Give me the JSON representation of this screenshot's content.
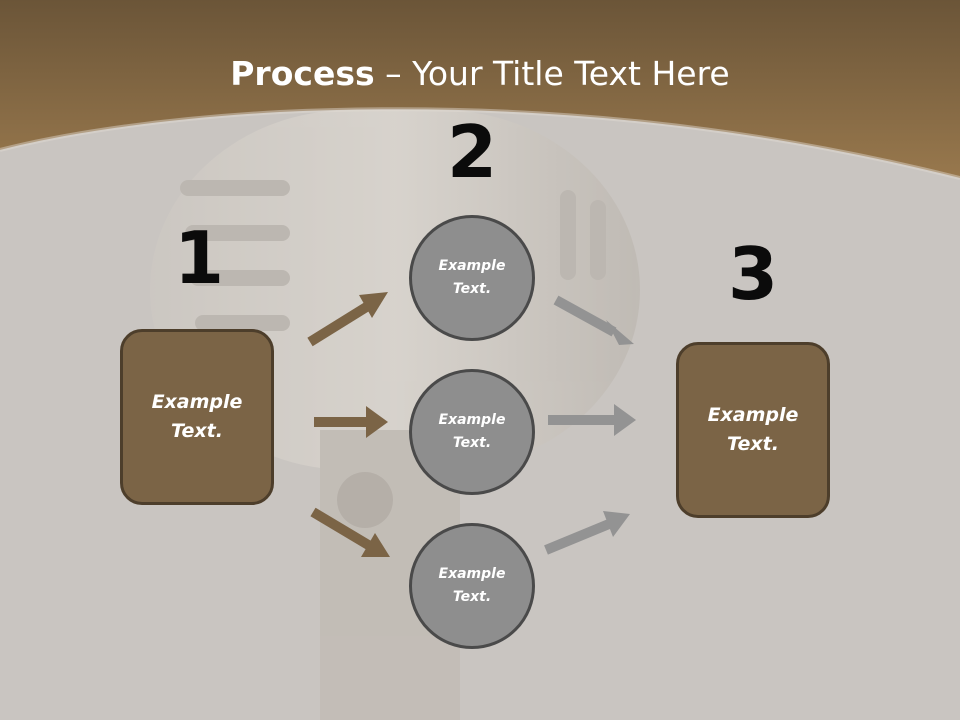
{
  "title": {
    "bold": "Process",
    "rest": " – Your Title Text Here"
  },
  "steps": {
    "one": "1",
    "two": "2",
    "three": "3"
  },
  "left_box": {
    "label": "Example Text."
  },
  "right_box": {
    "label": "Example Text."
  },
  "circles": [
    {
      "label": "Example Text."
    },
    {
      "label": "Example Text."
    },
    {
      "label": "Example Text."
    }
  ],
  "colors": {
    "banner": "#8a6c47",
    "box_fill": "#7b6446",
    "circle_fill": "#8e8e8e",
    "arrow_brown": "#7b6446",
    "arrow_gray": "#939393",
    "background": "#c9c5c1"
  }
}
